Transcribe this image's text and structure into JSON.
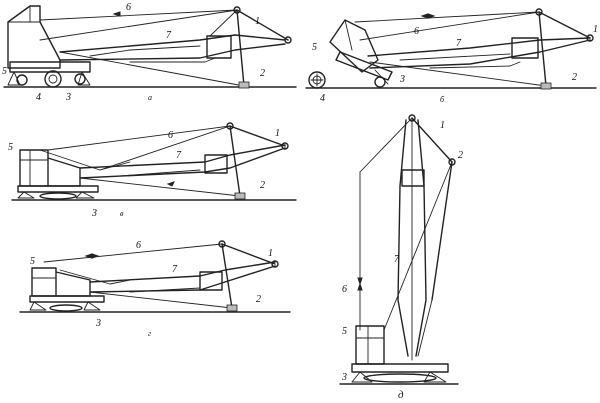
{
  "panels": [
    {
      "id": "a",
      "caption": "а",
      "labels": [
        "1",
        "2",
        "3",
        "4",
        "5",
        "6",
        "7"
      ]
    },
    {
      "id": "b",
      "caption": "б",
      "labels": [
        "1",
        "2",
        "3",
        "4",
        "5",
        "6",
        "7"
      ]
    },
    {
      "id": "v",
      "caption": "в",
      "labels": [
        "1",
        "2",
        "3",
        "5",
        "6",
        "7"
      ]
    },
    {
      "id": "g",
      "caption": "г",
      "labels": [
        "1",
        "2",
        "3",
        "5",
        "6",
        "7"
      ]
    },
    {
      "id": "d",
      "caption": "д",
      "labels": [
        "1",
        "2",
        "3",
        "5",
        "6",
        "7"
      ]
    }
  ]
}
